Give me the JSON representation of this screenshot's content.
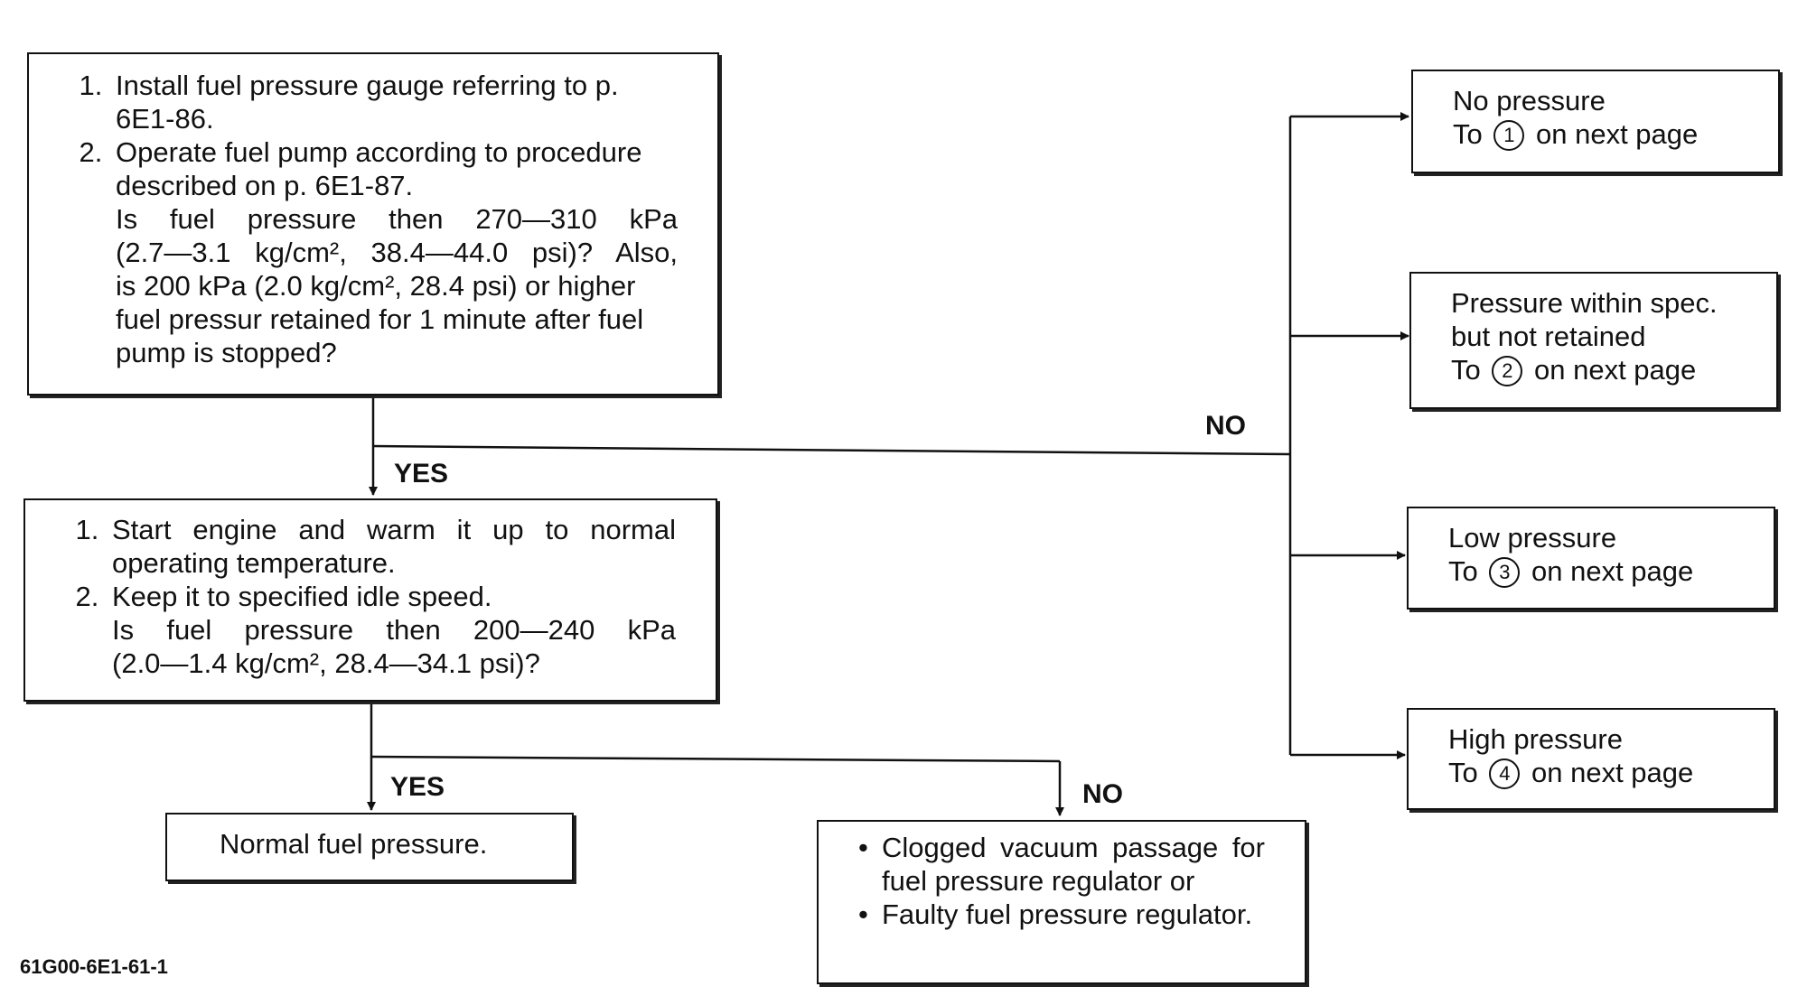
{
  "box1": {
    "steps": [
      "Install fuel pressure gauge referring to p. 6E1-86.",
      "Operate fuel pump according to procedure described on p. 6E1-87."
    ],
    "question_lines": [
      "Is fuel pressure then 270—310 kPa",
      "(2.7—3.1 kg/cm², 38.4—44.0 psi)? Also,",
      "is 200 kPa (2.0 kg/cm², 28.4 psi) or higher",
      "fuel pressur retained for 1 minute after fuel",
      "pump is stopped?"
    ]
  },
  "box2": {
    "steps": [
      "Start engine and warm it up to normal operating temperature.",
      "Keep it to specified idle speed."
    ],
    "question_lines": [
      "Is fuel pressure then 200—240 kPa",
      "(2.0—1.4 kg/cm², 28.4—34.1 psi)?"
    ]
  },
  "labels": {
    "yes_1": "YES",
    "no_1": "NO",
    "yes_2": "YES",
    "no_2": "NO"
  },
  "normal_box": {
    "text": "Normal fuel pressure."
  },
  "causes_box": {
    "items": [
      "Clogged vacuum passage for fuel pressure regulator or",
      "Faulty fuel pressure regulator."
    ]
  },
  "results": [
    {
      "line1": "No pressure",
      "line2_prefix": "To",
      "num": "1",
      "line2_suffix": "on next page"
    },
    {
      "line1": "Pressure within spec.",
      "line1b": "but not retained",
      "line2_prefix": "To",
      "num": "2",
      "line2_suffix": "on next page"
    },
    {
      "line1": "Low pressure",
      "line2_prefix": "To",
      "num": "3",
      "line2_suffix": "on next page"
    },
    {
      "line1": "High pressure",
      "line2_prefix": "To",
      "num": "4",
      "line2_suffix": "on next page"
    }
  ],
  "footer": {
    "code": "61G00-6E1-61-1"
  }
}
